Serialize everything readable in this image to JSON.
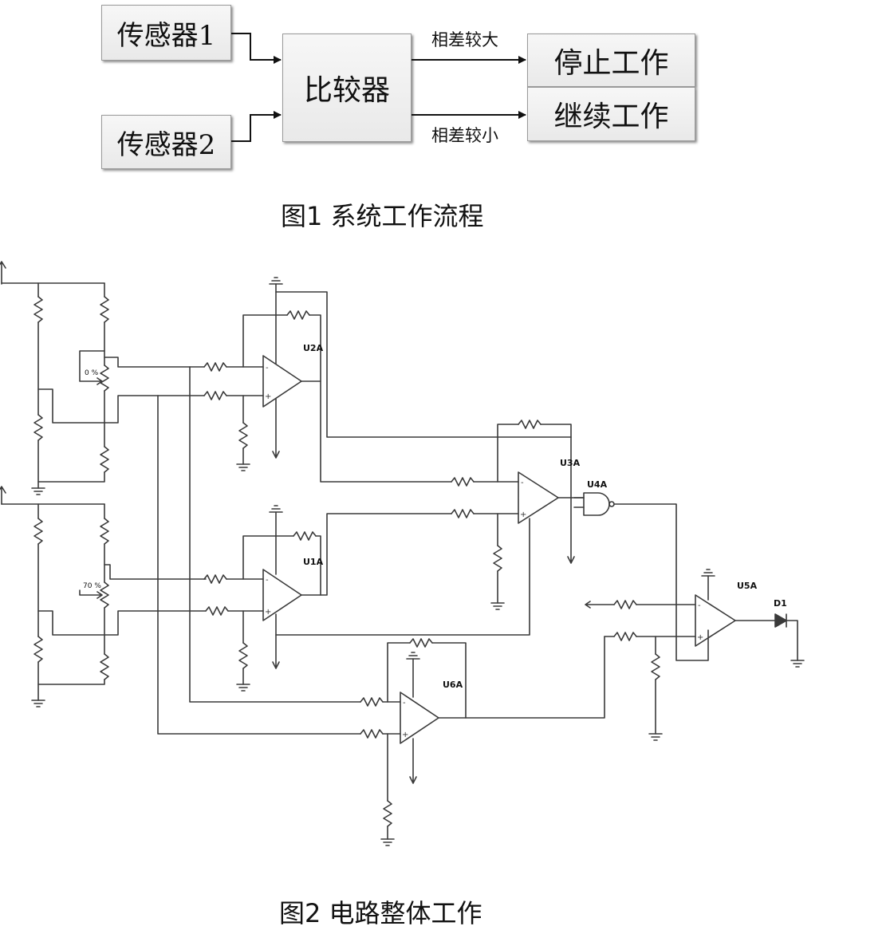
{
  "figure1": {
    "sensor1": "传感器1",
    "sensor2": "传感器2",
    "comparator": "比较器",
    "stop": "停止工作",
    "continue": "继续工作",
    "diff_large": "相差较大",
    "diff_small": "相差较小",
    "caption": "图1  系统工作流程"
  },
  "figure2": {
    "caption": "图2  电路整体工作",
    "labels": {
      "u1a": "U1A",
      "u2a": "U2A",
      "u3a": "U3A",
      "u4a": "U4A",
      "u5a": "U5A",
      "u6a": "U6A",
      "d1": "D1",
      "pot_top": "0 %",
      "pot_bottom": "70 %"
    }
  }
}
